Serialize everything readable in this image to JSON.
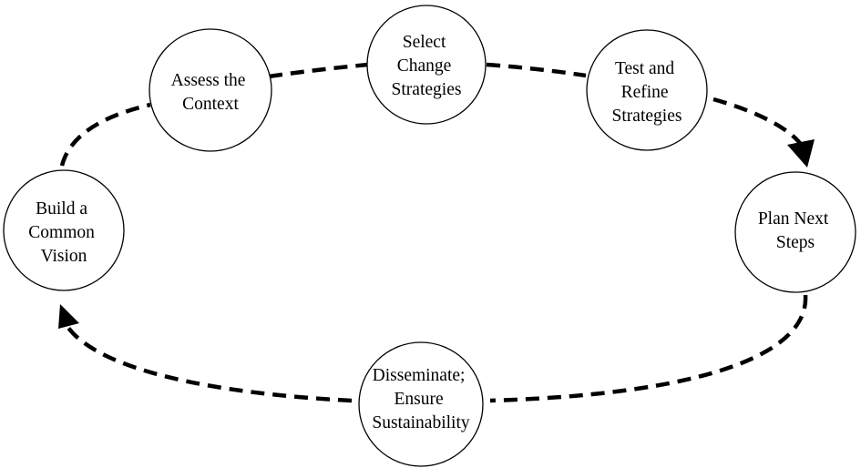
{
  "diagram": {
    "type": "cycle",
    "colors": {
      "stroke": "#000000",
      "node_fill": "#ffffff",
      "text": "#000000"
    },
    "nodes": [
      {
        "id": "assess",
        "lines": [
          "Assess the",
          "Context"
        ]
      },
      {
        "id": "select",
        "lines": [
          "Select",
          "Change",
          "Strategies"
        ]
      },
      {
        "id": "test",
        "lines": [
          "Test and",
          "Refine",
          "Strategies"
        ]
      },
      {
        "id": "plan",
        "lines": [
          "Plan Next",
          "Steps"
        ]
      },
      {
        "id": "disseminate",
        "lines": [
          "Disseminate;",
          "Ensure",
          "Sustainability"
        ]
      },
      {
        "id": "build",
        "lines": [
          "Build a",
          "Common",
          "Vision"
        ]
      }
    ],
    "connections": [
      {
        "from": "assess",
        "to": "select",
        "style": "dashed",
        "arrow": false
      },
      {
        "from": "select",
        "to": "test",
        "style": "dashed",
        "arrow": false
      },
      {
        "from": "test",
        "to": "plan",
        "style": "dashed",
        "arrow": true
      },
      {
        "from": "plan",
        "to": "disseminate",
        "style": "dashed",
        "arrow": false
      },
      {
        "from": "disseminate",
        "to": "build",
        "style": "dashed",
        "arrow": true
      },
      {
        "from": "build",
        "to": "assess",
        "style": "dashed",
        "arrow": false
      }
    ]
  }
}
